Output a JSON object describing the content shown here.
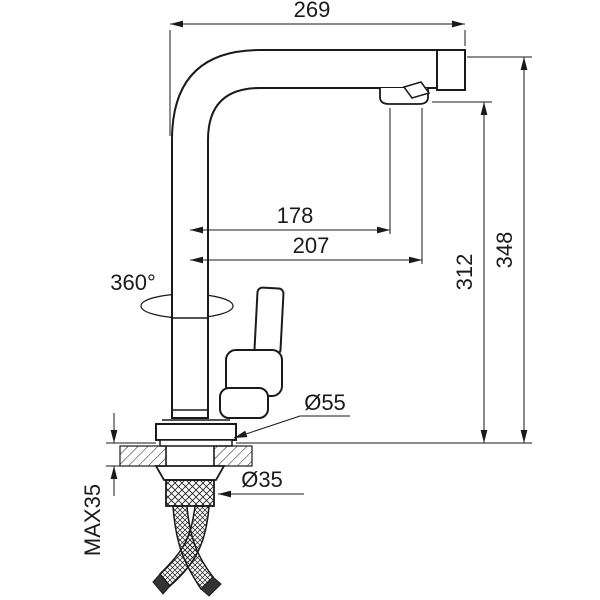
{
  "colors": {
    "line": "#1a1a1a",
    "background": "#ffffff"
  },
  "labels": {
    "width_overall": "269",
    "reach_inner": "178",
    "reach_outer": "207",
    "height_to_spout": "312",
    "height_overall": "348",
    "swivel_angle": "360°",
    "base_diameter": "Ø55",
    "shank_diameter": "Ø35",
    "max_mount_thickness": "MAX35"
  }
}
